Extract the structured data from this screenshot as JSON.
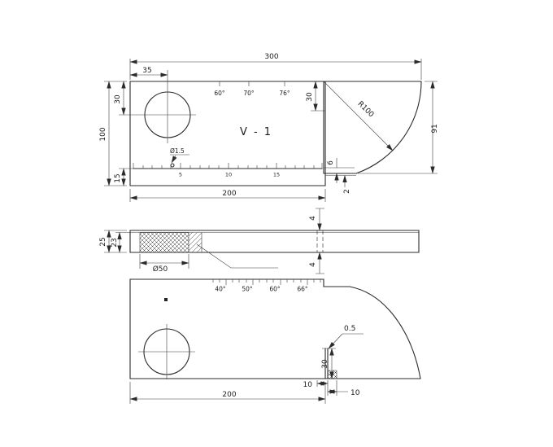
{
  "drawing": {
    "part_label": "V - 1",
    "top": {
      "dim_total_width": "300",
      "dim_hole_offset": "35",
      "dim_hole_top": "30",
      "dim_height": "100",
      "dim_ruler_bottom": "15",
      "dim_body_width": "200",
      "dim_notch_depth": "30",
      "dim_radius": "R100",
      "dim_arc_height": "91",
      "dim_step": "6",
      "dim_thickness": "2",
      "dim_small_hole": "Ø1.5",
      "angles": [
        "60°",
        "70°",
        "76°"
      ],
      "ruler": [
        "5",
        "10",
        "15"
      ]
    },
    "middle": {
      "dim_height_outer": "25",
      "dim_height_inner": "23",
      "dim_insert_dia": "Ø50",
      "dim_step_top": "4",
      "dim_step_bottom": "4"
    },
    "bottom": {
      "angles": [
        "40°",
        "50°",
        "60°",
        "66°"
      ],
      "dim_gap": "0.5",
      "dim_slot_depth": "30",
      "dim_offset_left": "10",
      "dim_offset_right": "10",
      "dim_body_width": "200"
    }
  }
}
